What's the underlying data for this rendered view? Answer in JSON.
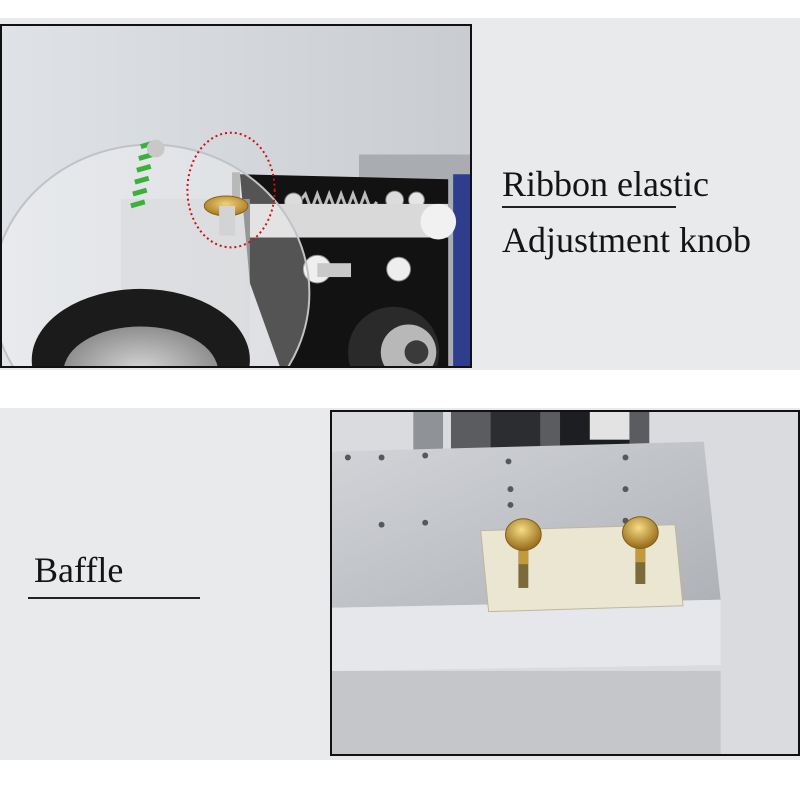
{
  "captions": {
    "ribbon_elastic": "Ribbon elastic",
    "adjustment_knob": "Adjustment knob",
    "baffle": "Baffle"
  },
  "colors": {
    "background_band": "#e9eaec",
    "highlight_circle": "#cc1111",
    "brass": "#c9a24a",
    "spring_green": "#3bb13b"
  }
}
